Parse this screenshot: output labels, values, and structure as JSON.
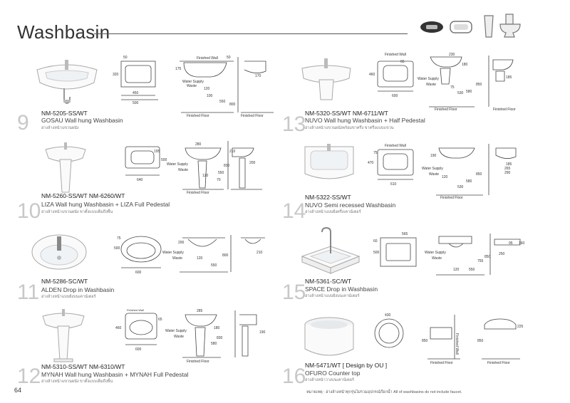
{
  "page": {
    "title": "Washbasin",
    "page_number": "64",
    "footer_note": "หมายเหตุ : อ่างล้างหน้าทุกรุ่นไม่รวมอุปกรณ์ก๊อกน้ำ  All of washbasins do not include faucet."
  },
  "drawing_labels": {
    "finished_wall": "Finished Wall",
    "finished_floor": "Finished Floor",
    "water_supply": "Water Supply",
    "waste": "Waste"
  },
  "items": [
    {
      "number": "9",
      "codes": "NM-5205-SS/WT",
      "name": "GOSAU Wall hung Washbasin",
      "thai": "อ่างล้างหน้าแขวนผนัง",
      "dims": [
        "50",
        "320",
        "450",
        "500",
        "175",
        "120",
        "100",
        "550",
        "800",
        "170",
        "50"
      ]
    },
    {
      "number": "10",
      "codes": "NM-5260-SS/WT     NM-6260/WT",
      "name": "LIZA Wall hung Washbasin  +  LIZA Full Pedestal",
      "thai": "อ่างล้างหน้าแขวนผนัง        ขาตั้งแบบเต็มถึงพื้น",
      "dims": [
        "195",
        "500",
        "640",
        "280",
        "210",
        "200",
        "830",
        "550",
        "120",
        "70"
      ]
    },
    {
      "number": "11",
      "codes": "NM-5286-SC/WT",
      "name": "ALDEN Drop in Washbasin",
      "thai": "อ่างล้างหน้าแบบฝังบนเคาน์เตอร์",
      "dims": [
        "75",
        "500",
        "600",
        "200",
        "120",
        "550",
        "800",
        "210"
      ]
    },
    {
      "number": "12",
      "codes": "NM-5310-SS/WT     NM-6310/WT",
      "name": "MYNAH Wall hung Washbasin  +  MYNAH Full Pedestal",
      "thai": "อ่างล้างหน้าแขวนผนัง        ขาตั้งแบบเต็มถึงพื้น",
      "dims": [
        "65",
        "460",
        "600",
        "285",
        "180",
        "830",
        "580",
        "190"
      ]
    },
    {
      "number": "13",
      "codes": "NM-5320-SS/WT     NM-6711/WT",
      "name": "NUVO Wall hung Washbasin  +  Half Pedestal",
      "thai": "อ่างล้างหน้าแขวนผนังพร้อมขาครึ่ง   ขาครึ่งแบบแขวน",
      "dims": [
        "230",
        "65",
        "460",
        "600",
        "180",
        "75",
        "530",
        "580",
        "850",
        "185"
      ]
    },
    {
      "number": "14",
      "codes": "NM-5322-SS/WT",
      "name": "NUVO Semi recessed Washbasin",
      "thai": "อ่างล้างหน้าแบบฝังครึ่งเคาน์เตอร์",
      "dims": [
        "75",
        "470",
        "610",
        "190",
        "120",
        "530",
        "580",
        "850",
        "185",
        "265",
        "290"
      ]
    },
    {
      "number": "15",
      "codes": "NM-5361-SC/WT",
      "name": "SPACE Drop in Washbasin",
      "thai": "อ่างล้างหน้าแบบฝังบนเคาน์เตอร์",
      "dims": [
        "565",
        "60",
        "500",
        "755",
        "850",
        "550",
        "120",
        "95",
        "160",
        "250"
      ]
    },
    {
      "number": "16",
      "codes": "NM-5471/WT",
      "design": "[ Design by OU ]",
      "name": "OFURO Counter top",
      "thai": "อ่างล้างหน้าวางบนเคาน์เตอร์",
      "dims": [
        "430",
        "850",
        "850",
        "225"
      ]
    }
  ]
}
